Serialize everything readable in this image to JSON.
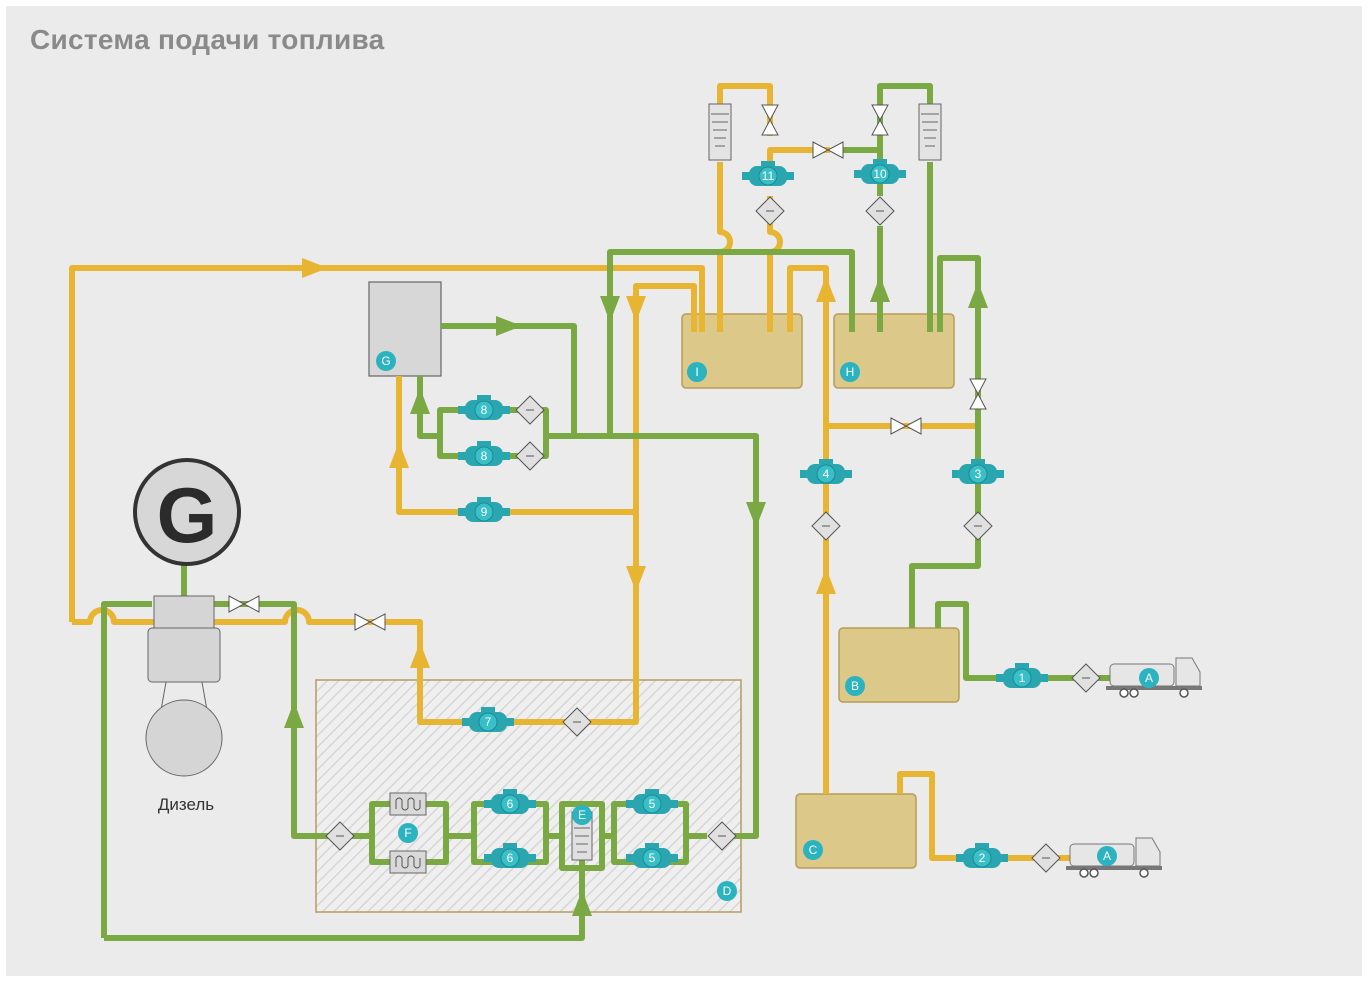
{
  "title": "Система подачи топлива",
  "diesel_label": "Дизель",
  "generator_letter": "G",
  "labels": {
    "A": "A",
    "B": "B",
    "C": "C",
    "D": "D",
    "E": "E",
    "F": "F",
    "G": "G",
    "H": "H",
    "I": "I"
  },
  "pumps": [
    "1",
    "2",
    "3",
    "4",
    "5",
    "5",
    "6",
    "6",
    "7",
    "8",
    "8",
    "9",
    "10",
    "11"
  ],
  "colors": {
    "heavy_fuel": "#e8b533",
    "diesel_fuel": "#7aa843",
    "tank": "#dcc98a",
    "pump": "#2aa6b0",
    "marker": "#2bb3c0",
    "background": "#ebebeb"
  }
}
